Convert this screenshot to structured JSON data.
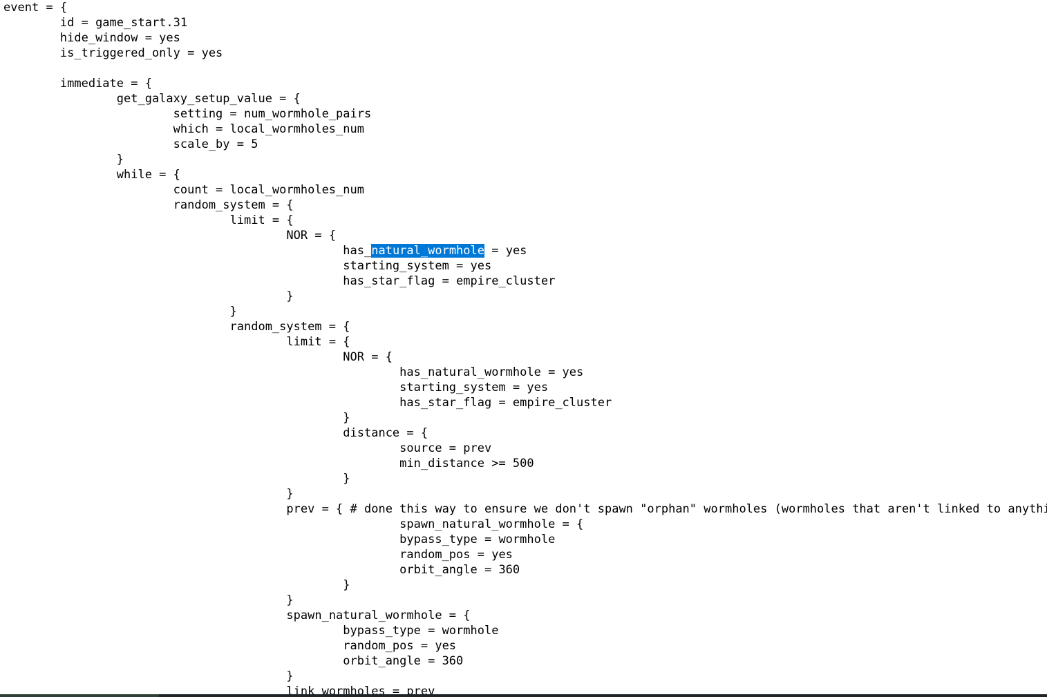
{
  "editor": {
    "lines": [
      "event = {",
      "\tid = game_start.31",
      "\thide_window = yes",
      "\tis_triggered_only = yes",
      "",
      "\timmediate = {",
      "\t\tget_galaxy_setup_value = {",
      "\t\t\tsetting = num_wormhole_pairs",
      "\t\t\twhich = local_wormholes_num",
      "\t\t\tscale_by = 5",
      "\t\t}",
      "\t\twhile = {",
      "\t\t\tcount = local_wormholes_num",
      "\t\t\trandom_system = {",
      "\t\t\t\tlimit = {",
      "\t\t\t\t\tNOR = {",
      "\t\t\t\t\t\thas_natural_wormhole = yes",
      "\t\t\t\t\t\tstarting_system = yes",
      "\t\t\t\t\t\thas_star_flag = empire_cluster",
      "\t\t\t\t\t}",
      "\t\t\t\t}",
      "\t\t\t\trandom_system = {",
      "\t\t\t\t\tlimit = {",
      "\t\t\t\t\t\tNOR = {",
      "\t\t\t\t\t\t\thas_natural_wormhole = yes",
      "\t\t\t\t\t\t\tstarting_system = yes",
      "\t\t\t\t\t\t\thas_star_flag = empire_cluster",
      "\t\t\t\t\t\t}",
      "\t\t\t\t\t\tdistance = {",
      "\t\t\t\t\t\t\tsource = prev",
      "\t\t\t\t\t\t\tmin_distance >= 500",
      "\t\t\t\t\t\t}",
      "\t\t\t\t\t}",
      "\t\t\t\t\tprev = { # done this way to ensure we don't spawn \"orphan\" wormholes (wormholes that aren't linked to anything)",
      "\t\t\t\t\t\t\tspawn_natural_wormhole = {",
      "\t\t\t\t\t\t\tbypass_type = wormhole",
      "\t\t\t\t\t\t\trandom_pos = yes",
      "\t\t\t\t\t\t\torbit_angle = 360",
      "\t\t\t\t\t\t}",
      "\t\t\t\t\t}",
      "\t\t\t\t\tspawn_natural_wormhole = {",
      "\t\t\t\t\t\tbypass_type = wormhole",
      "\t\t\t\t\t\trandom_pos = yes",
      "\t\t\t\t\t\torbit_angle = 360",
      "\t\t\t\t\t}",
      "\t\t\t\t\tlink_wormholes = prev"
    ],
    "selection": {
      "line_index": 16,
      "before": "\t\t\t\t\t\thas_",
      "selected": "natural_wormhole",
      "after": " = yes"
    },
    "colors": {
      "text": "#000000",
      "background": "#ffffff",
      "selection_background": "#0078d7",
      "selection_text": "#ffffff"
    }
  }
}
